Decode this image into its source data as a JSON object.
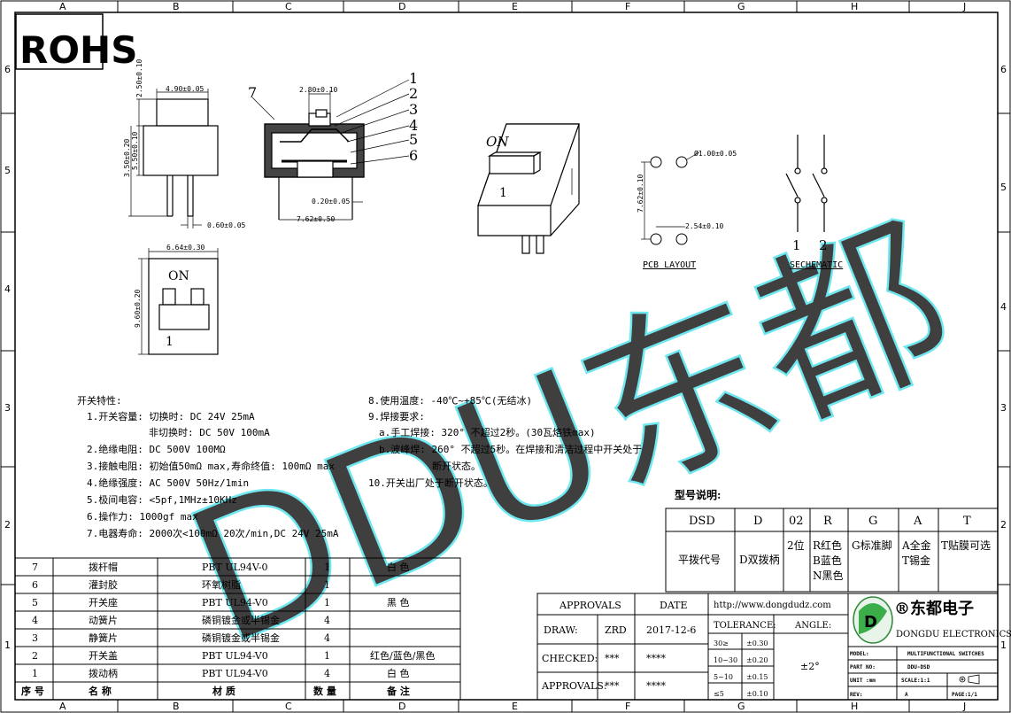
{
  "frame": {
    "col_labels": [
      "A",
      "B",
      "C",
      "D",
      "E",
      "F",
      "G",
      "H",
      "J"
    ],
    "row_labels": [
      "6",
      "5",
      "4",
      "3",
      "2",
      "1"
    ]
  },
  "rohs": "ROHS",
  "watermark": "DDU东都",
  "dims": {
    "top_h": "2.50±0.10",
    "top_w": "4.90±0.05",
    "body_h": "5.50±0.10",
    "total_h": "3.50±0.20",
    "pin_w": "0.60±0.05",
    "sec_w": "2.80±0.10",
    "sec_t": "0.20±0.05",
    "sec_pitch": "7.62±0.50",
    "view_w": "6.64±0.30",
    "view_h": "9.60±0.20",
    "pcb_hole": "Ø1.00±0.05",
    "pcb_v": "7.62±0.10",
    "pcb_h": "2.54±0.10"
  },
  "callouts": [
    "7",
    "1",
    "2",
    "3",
    "4",
    "5",
    "6"
  ],
  "top_view": {
    "on": "ON",
    "num": "1"
  },
  "iso_view": {
    "on": "ON",
    "num": "1"
  },
  "pcb": {
    "label": "PCB LAYOUT"
  },
  "schematic": {
    "label": "SECHEMATIC",
    "n1": "1",
    "n2": "2"
  },
  "specs_left": [
    "开关特性:",
    "1.开关容量: 切换时: DC 24V 25mA",
    "非切换时: DC 50V 100mA",
    "2.绝缘电阻: DC 500V 100MΩ",
    "3.接触电阻: 初始值50mΩ max,寿命终值: 100mΩ max",
    "4.绝缘强度: AC 500V 50Hz/1min",
    "5.极间电容: <5pf,1MHz±10KHz",
    "6.操作力: 1000gf max",
    "7.电器寿命: 2000次<100mΩ 20次/min,DC 24V 25mA"
  ],
  "specs_right": [
    "8.使用温度: -40℃~+85℃(无结冰)",
    "9.焊接要求:",
    "a.手工焊接: 320° 不超过2秒。(30瓦烙铁max)",
    "b.波峰焊: 260° 不超过5秒。在焊接和清洁过程中开关处于",
    "断开状态。",
    "10.开关出厂处于断开状态。"
  ],
  "model": {
    "title": "型号说明:",
    "codes": [
      "DSD",
      "D",
      "02",
      "R",
      "G",
      "A",
      "T"
    ],
    "desc1": "平拨代号",
    "desc2": "D双拨柄",
    "desc3": "2位",
    "desc4": [
      "R红色",
      "B蓝色",
      "N黑色"
    ],
    "desc5": "G标准脚",
    "desc6": [
      "A全金",
      "T锡金"
    ],
    "desc7": "T贴膜可选"
  },
  "bom": {
    "rows": [
      [
        "7",
        "拨杆帽",
        "PBT UL94V-0",
        "1",
        "白 色"
      ],
      [
        "6",
        "灌封胶",
        "环氧树脂",
        "1",
        ""
      ],
      [
        "5",
        "开关座",
        "PBT UL94-V0",
        "1",
        "黑 色"
      ],
      [
        "4",
        "动簧片",
        "磷铜镀金或半锡金",
        "4",
        ""
      ],
      [
        "3",
        "静簧片",
        "磷铜镀金或半锡金",
        "4",
        ""
      ],
      [
        "2",
        "开关盖",
        "PBT UL94-V0",
        "1",
        "红色/蓝色/黑色"
      ],
      [
        "1",
        "拨动柄",
        "PBT UL94-V0",
        "4",
        "白 色"
      ]
    ],
    "header": [
      "序 号",
      "名 称",
      "材 质",
      "数 量",
      "备 注"
    ]
  },
  "title_block": {
    "approvals": "APPROVALS",
    "date": "DATE",
    "draw": "DRAW:",
    "draw_name": "ZRD",
    "draw_date": "2017-12-6",
    "checked": "CHECKED:",
    "approvals2": "APPROVALS:",
    "stars": "***",
    "stars4": "****",
    "url": "http://www.dongdudz.com",
    "tolerance": "TOLERANCE:",
    "angle": "ANGLE:",
    "tol_rows": [
      [
        "30≥",
        "±0.30"
      ],
      [
        "10~30",
        "±0.20"
      ],
      [
        "5~10",
        "±0.15"
      ],
      [
        "≤5",
        "±0.10"
      ]
    ],
    "angle_val": "±2°",
    "company_cn": "®东都电子",
    "company_en": "DONGDU ELECTRONICS",
    "model_k": "MODEL:",
    "model_v": "MULTIFUNCTIONAL SWITCHES",
    "part_k": "PART NO:",
    "part_v": "DDU-DSD",
    "unit_k": "UNIT :mm",
    "scale": "SCALE:1:1",
    "rev_k": "REV:",
    "rev_v": "A",
    "page": "PAGE:1/1"
  }
}
